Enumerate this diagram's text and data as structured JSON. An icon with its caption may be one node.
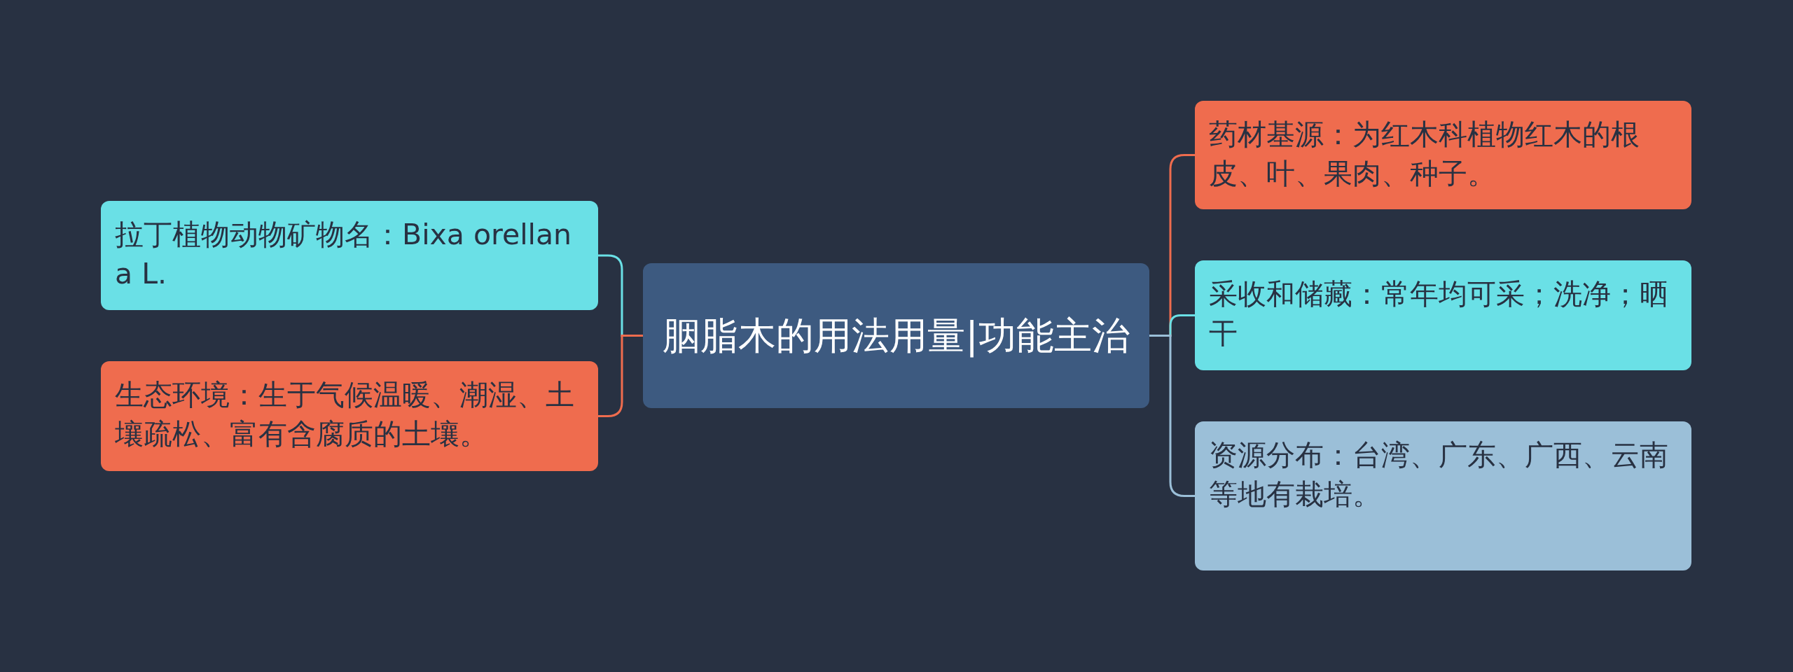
{
  "diagram": {
    "nodes": [
      {
        "text": [
          "胭脂木的用法用量|功能主治"
        ]
      },
      {
        "text": [
          "拉丁植物动物矿物名：Bixa orellana L."
        ]
      },
      {
        "text": [
          "生态环境：生于气候温暖、潮湿、土壤疏松、富有含腐质的土壤。"
        ]
      },
      {
        "text": [
          "药材基源：为红木科植物红木的根皮、叶、果肉、种子。"
        ]
      },
      {
        "text": [
          "采收和储藏：常年均可采；洗净；晒干"
        ]
      },
      {
        "text": [
          "资源分布：台湾、广东、广西、云南等地有栽培。"
        ]
      }
    ],
    "edges": [
      {
        "from": 0,
        "to": 1,
        "arrow": "none",
        "color": "#6ae0e6"
      },
      {
        "from": 0,
        "to": 2,
        "arrow": "none",
        "color": "#ef6c4e"
      },
      {
        "from": 0,
        "to": 3,
        "arrow": "none",
        "color": "#ef6c4e"
      },
      {
        "from": 0,
        "to": 4,
        "arrow": "none",
        "color": "#6ae0e6"
      },
      {
        "from": 0,
        "to": 5,
        "arrow": "none",
        "color": "#9bbfd8"
      }
    ]
  }
}
